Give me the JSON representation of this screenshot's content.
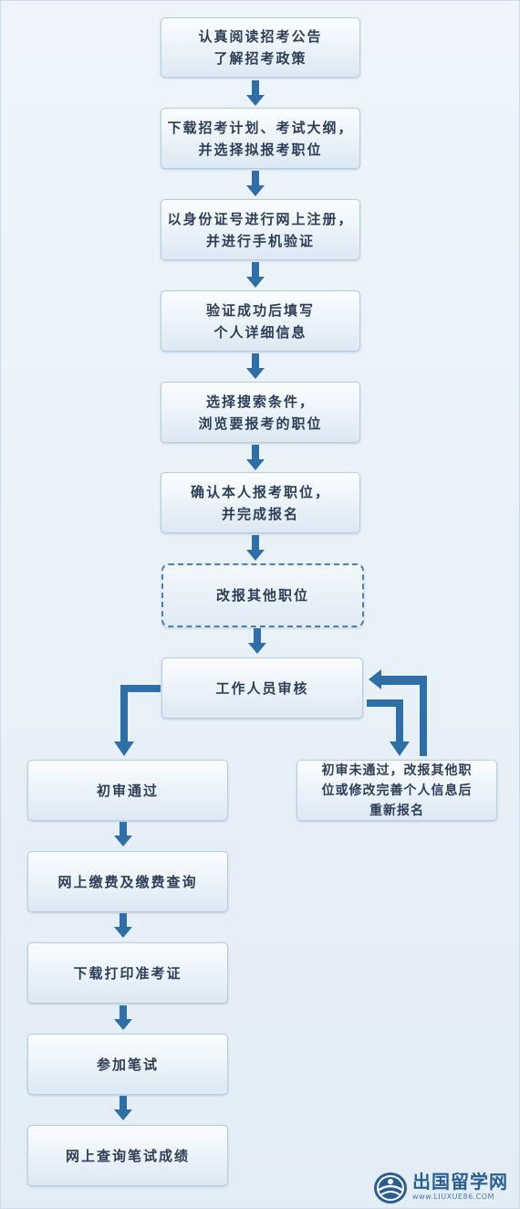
{
  "steps": {
    "read_notice": "认真阅读招考公告\n了解招考政策",
    "download_plan": "下载招考计划、考试大纲，\n并选择拟报考职位",
    "register": "以身份证号进行网上注册，\n并进行手机验证",
    "fill_info": "验证成功后填写\n个人详细信息",
    "browse": "选择搜索条件，\n浏览要报考的职位",
    "confirm": "确认本人报考职位，\n并完成报名",
    "change_position": "改报其他职位",
    "review": "工作人员审核",
    "pass": "初审通过",
    "fail": "初审未通过，改报其他职\n位或修改完善个人信息后\n重新报名",
    "payment": "网上缴费及缴费查询",
    "admission": "下载打印准考证",
    "exam": "参加笔试",
    "results": "网上查询笔试成绩"
  },
  "logo": {
    "name": "出国留学网",
    "url": "www.LIUXUE86.COM"
  },
  "colors": {
    "arrow": "#2f6fa8",
    "box_text": "#2d3f56",
    "box_border": "#b7cde0"
  }
}
